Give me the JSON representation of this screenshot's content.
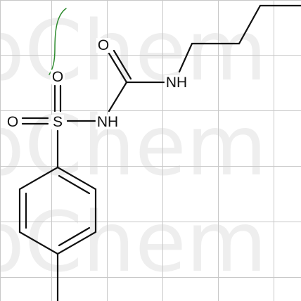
{
  "watermark": {
    "rows": [
      "pChem",
      "pChem",
      "pChem"
    ],
    "color": "#eeeeee"
  },
  "grid": {
    "color": "#c8c8c8"
  },
  "molecule": {
    "bond_color": "#111111",
    "annotation_color": "#2e8b2e",
    "atoms": {
      "carbonyl_oxygen": "O",
      "urea_nitrogen": "NH",
      "sulfonyl_oxygen_top": "O",
      "sulfonyl_oxygen_left": "O",
      "sulfur": "S",
      "sulfonamide_nitrogen": "NH"
    }
  }
}
